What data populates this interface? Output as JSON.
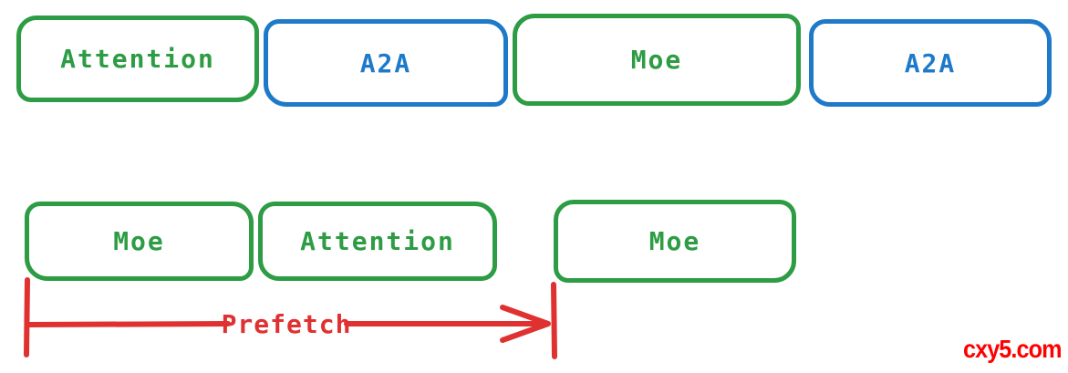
{
  "diagram": {
    "top_row": [
      {
        "label": "Attention",
        "color": "green"
      },
      {
        "label": "A2A",
        "color": "blue"
      },
      {
        "label": "Moe",
        "color": "green"
      },
      {
        "label": "A2A",
        "color": "blue"
      }
    ],
    "bottom_row": [
      {
        "label": "Moe",
        "color": "green"
      },
      {
        "label": "Attention",
        "color": "green"
      },
      {
        "label": "Moe",
        "color": "green"
      }
    ],
    "prefetch_label": "Prefetch"
  },
  "watermark": {
    "text": "cxy5.com"
  },
  "colors": {
    "green": "#2d9c44",
    "blue": "#1e7ac9",
    "red": "#e03131",
    "watermark_red": "#ff0000",
    "background": "#ffffff"
  }
}
